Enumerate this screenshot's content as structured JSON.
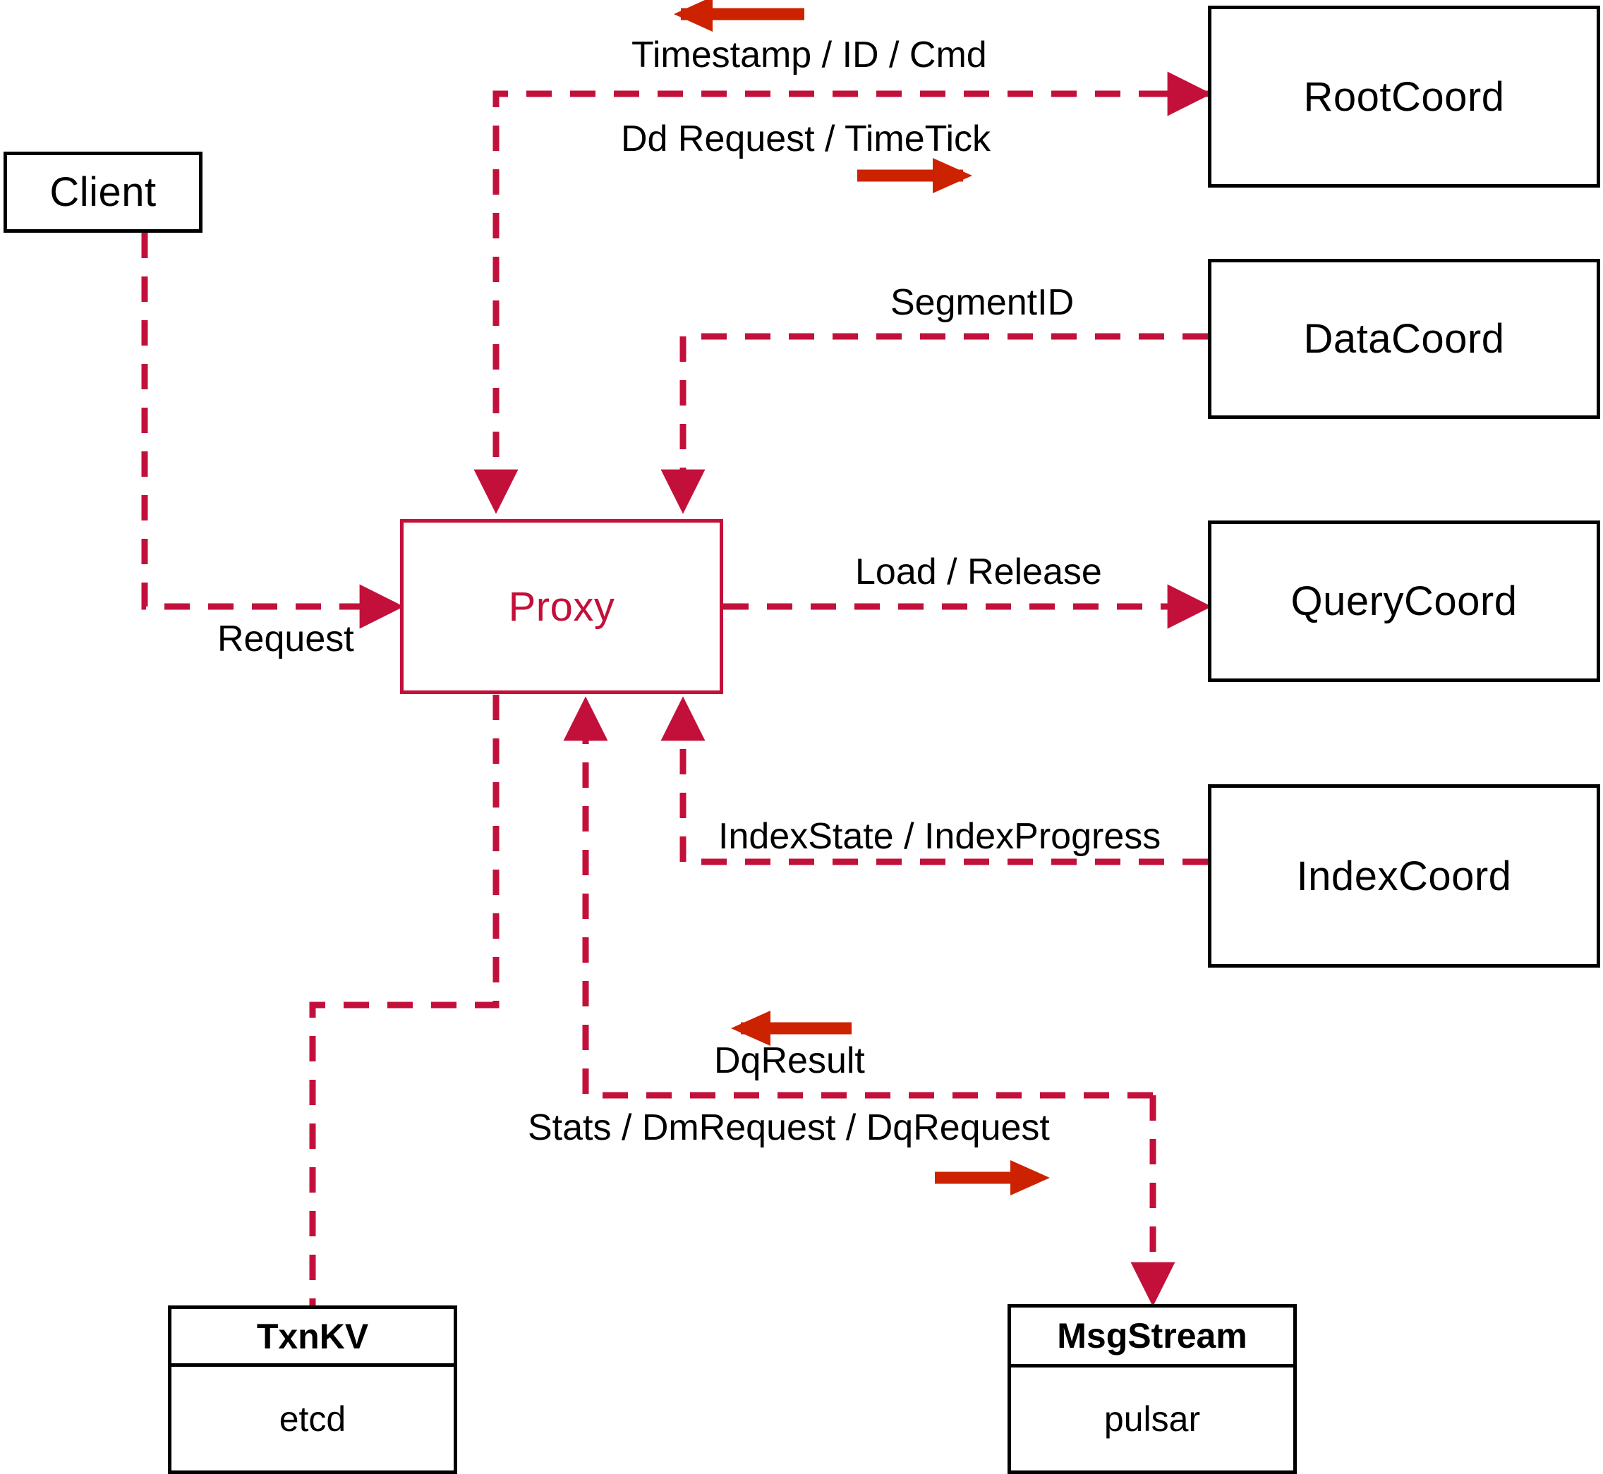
{
  "diagram": {
    "title": "Milvus Proxy component interaction diagram",
    "colors": {
      "dashed_connector": "#C3103A",
      "bold_arrow": "#CC2200",
      "node_border": "#000000",
      "proxy_border": "#C3103A",
      "proxy_text": "#C3103A",
      "background": "#FFFFFF"
    }
  },
  "nodes": {
    "client": {
      "label": "Client"
    },
    "proxy": {
      "label": "Proxy"
    },
    "rootcoord": {
      "label": "RootCoord"
    },
    "datacoord": {
      "label": "DataCoord"
    },
    "querycoord": {
      "label": "QueryCoord"
    },
    "indexcoord": {
      "label": "IndexCoord"
    },
    "txnkv": {
      "title": "TxnKV",
      "impl": "etcd"
    },
    "msgstream": {
      "title": "MsgStream",
      "impl": "pulsar"
    }
  },
  "edges": {
    "client_to_proxy": {
      "label": "Request"
    },
    "rootcoord_to_proxy": {
      "label": "Timestamp / ID / Cmd"
    },
    "proxy_to_rootcoord": {
      "label": "Dd Request / TimeTick"
    },
    "datacoord_to_proxy": {
      "label": "SegmentID"
    },
    "proxy_to_querycoord": {
      "label": "Load / Release"
    },
    "indexcoord_to_proxy": {
      "label": "IndexState / IndexProgress"
    },
    "msgstream_to_proxy": {
      "label": "DqResult"
    },
    "proxy_to_msgstream": {
      "label": "Stats / DmRequest / DqRequest"
    }
  }
}
